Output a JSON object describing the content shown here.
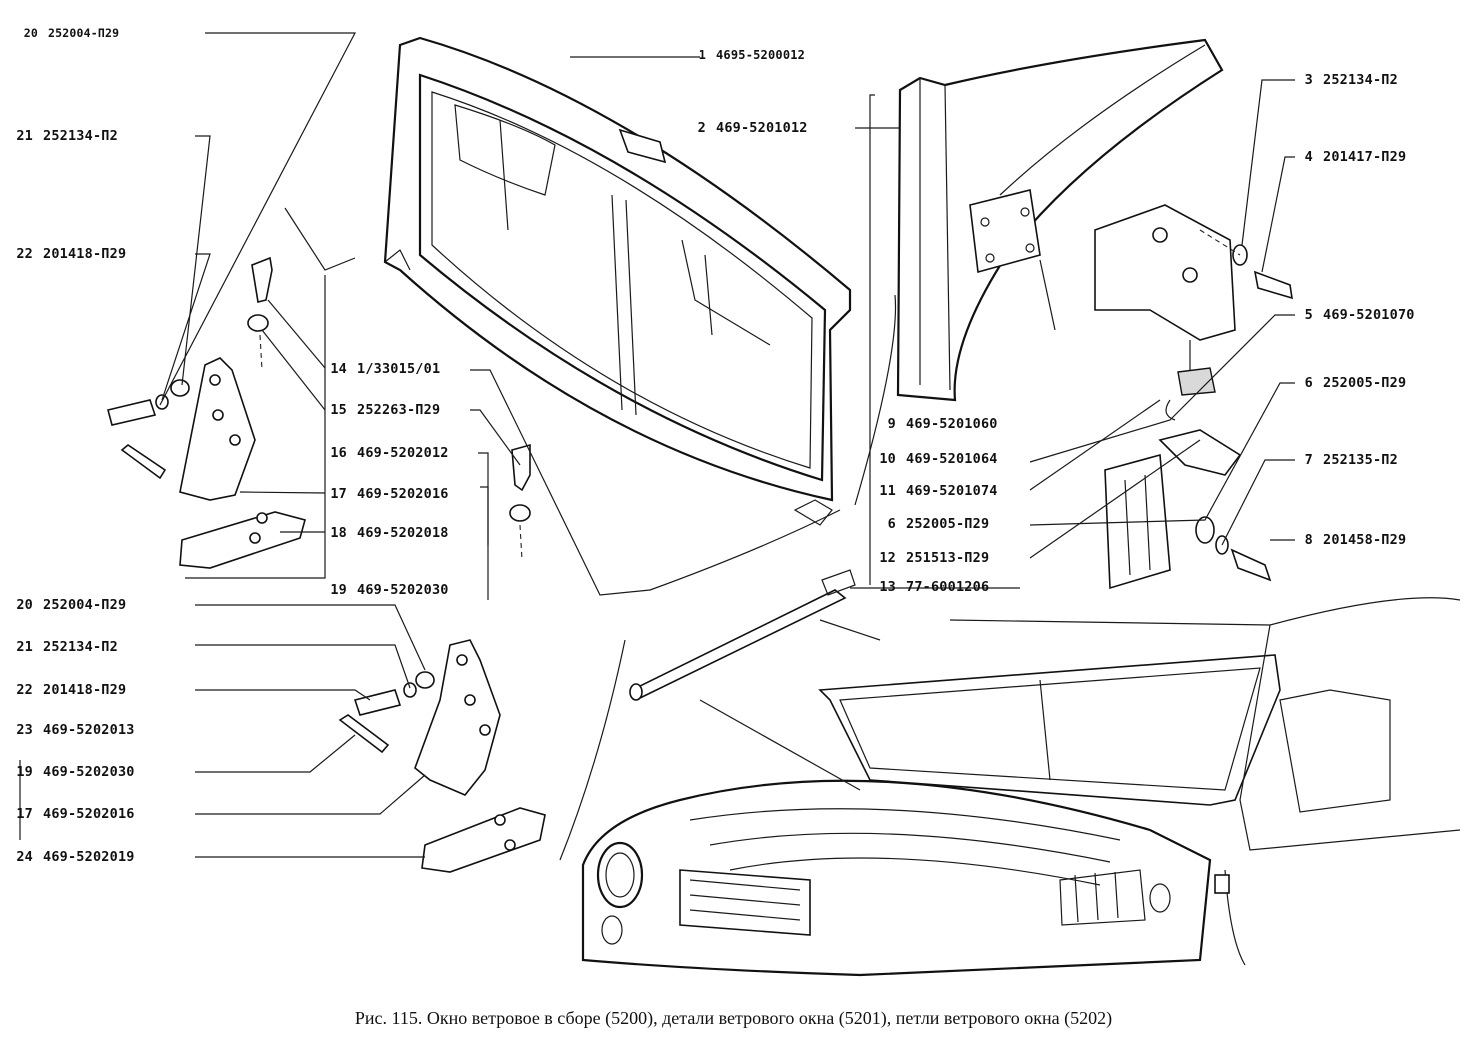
{
  "caption": "Рис. 115. Окно ветровое в сборе (5200), детали ветрового окна (5201), петли ветрового окна (5202)",
  "callouts": [
    {
      "id": "l20a",
      "num": "20",
      "part": "252004-П29"
    },
    {
      "id": "l21a",
      "num": "21",
      "part": "252134-П2"
    },
    {
      "id": "l22a",
      "num": "22",
      "part": "201418-П29"
    },
    {
      "id": "l14",
      "num": "14",
      "part": "1/33015/01"
    },
    {
      "id": "l15",
      "num": "15",
      "part": "252263-П29"
    },
    {
      "id": "l16",
      "num": "16",
      "part": "469-5202012"
    },
    {
      "id": "l17a",
      "num": "17",
      "part": "469-5202016"
    },
    {
      "id": "l18",
      "num": "18",
      "part": "469-5202018"
    },
    {
      "id": "l19a",
      "num": "19",
      "part": "469-5202030"
    },
    {
      "id": "l20b",
      "num": "20",
      "part": "252004-П29"
    },
    {
      "id": "l21b",
      "num": "21",
      "part": "252134-П2"
    },
    {
      "id": "l22b",
      "num": "22",
      "part": "201418-П29"
    },
    {
      "id": "l23",
      "num": "23",
      "part": "469-5202013"
    },
    {
      "id": "l19b",
      "num": "19",
      "part": "469-5202030"
    },
    {
      "id": "l17b",
      "num": "17",
      "part": "469-5202016"
    },
    {
      "id": "l24",
      "num": "24",
      "part": "469-5202019"
    },
    {
      "id": "l1",
      "num": "1",
      "part": "4695-5200012"
    },
    {
      "id": "l2",
      "num": "2",
      "part": "469-5201012"
    },
    {
      "id": "l9",
      "num": "9",
      "part": "469-5201060"
    },
    {
      "id": "l10",
      "num": "10",
      "part": "469-5201064"
    },
    {
      "id": "l11",
      "num": "11",
      "part": "469-5201074"
    },
    {
      "id": "l6b",
      "num": "6",
      "part": "252005-П29"
    },
    {
      "id": "l12",
      "num": "12",
      "part": "251513-П29"
    },
    {
      "id": "l13",
      "num": "13",
      "part": "77-6001206"
    },
    {
      "id": "l3",
      "num": "3",
      "part": "252134-П2"
    },
    {
      "id": "l4",
      "num": "4",
      "part": "201417-П29"
    },
    {
      "id": "l5",
      "num": "5",
      "part": "469-5201070"
    },
    {
      "id": "l6a",
      "num": "6",
      "part": "252005-П29"
    },
    {
      "id": "l7",
      "num": "7",
      "part": "252135-П2"
    },
    {
      "id": "l8",
      "num": "8",
      "part": "201458-П29"
    }
  ]
}
